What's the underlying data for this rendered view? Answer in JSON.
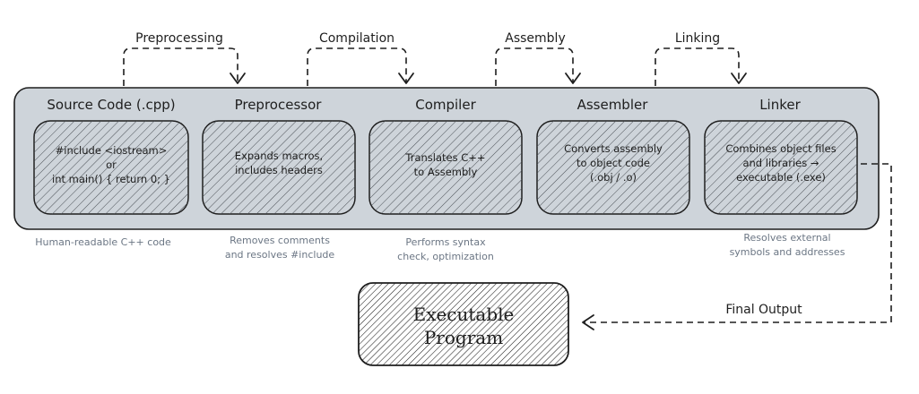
{
  "steps": [
    {
      "label": "Preprocessing"
    },
    {
      "label": "Compilation"
    },
    {
      "label": "Assembly"
    },
    {
      "label": "Linking"
    }
  ],
  "stages": [
    {
      "title": "Source Code (.cpp)",
      "lines": [
        "#include <iostream>",
        "or",
        "int main() { return 0; }"
      ],
      "note": [
        "Human-readable C++ code"
      ]
    },
    {
      "title": "Preprocessor",
      "lines": [
        "Expands macros,",
        "includes headers"
      ],
      "note": [
        "Removes comments",
        "and resolves #include"
      ]
    },
    {
      "title": "Compiler",
      "lines": [
        "Translates C++",
        "to Assembly"
      ],
      "note": [
        "Performs syntax",
        "check, optimization"
      ]
    },
    {
      "title": "Assembler",
      "lines": [
        "Converts assembly",
        "to object code",
        "(.obj / .o)"
      ],
      "note": []
    },
    {
      "title": "Linker",
      "lines": [
        "Combines object files",
        "and libraries →",
        "executable (.exe)"
      ],
      "note": [
        "Resolves external",
        "symbols and addresses"
      ]
    }
  ],
  "output": {
    "lines": [
      "Executable",
      "Program"
    ],
    "edge_label": "Final Output"
  },
  "colors": {
    "panel_fill": "#ced4da",
    "box_fill": "#ced4da",
    "stroke": "#1e1e1e",
    "note": "#6b7684"
  }
}
